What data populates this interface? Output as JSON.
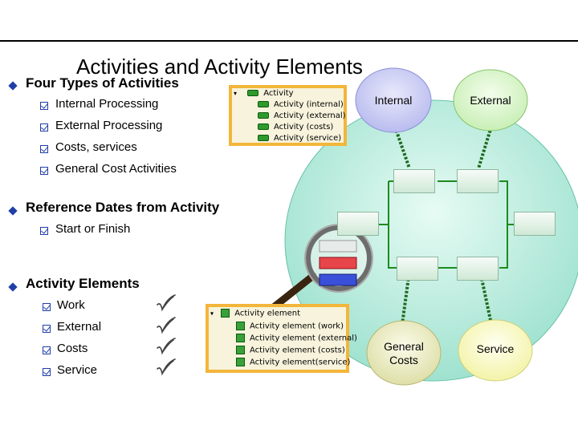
{
  "title": "Activities and Activity Elements",
  "sections": [
    {
      "heading": "Four Types of Activities",
      "items": [
        "Internal Processing",
        "External Processing",
        "Costs, services",
        "General Cost Activities"
      ]
    },
    {
      "heading": "Reference Dates from Activity",
      "items": [
        "Start or Finish"
      ]
    },
    {
      "heading": "Activity Elements",
      "items": [
        "Work",
        "External",
        "Costs",
        "Service"
      ]
    }
  ],
  "activity_tree": {
    "root": "Activity",
    "children": [
      "Activity (internal)",
      "Activity (external)",
      "Activity (costs)",
      "Activity (service)"
    ]
  },
  "element_tree": {
    "root": "Activity element",
    "children": [
      "Activity element (work)",
      "Activity element (external)",
      "Activity element (costs)",
      "Activity element(service)"
    ]
  },
  "bubbles": {
    "internal": "Internal",
    "external": "External",
    "general_costs_line1": "General",
    "general_costs_line2": "Costs",
    "service": "Service"
  },
  "colors": {
    "bullet": "#1f3fa8",
    "tree_border": "#f2b63a",
    "network": "#1e8a1e",
    "big_circle": "#aee8d8",
    "internal_bubble": "#c9c9f2",
    "external_bubble": "#d7f5c8",
    "costs_bubble": "#e8e8b8",
    "service_bubble": "#fafac0"
  }
}
